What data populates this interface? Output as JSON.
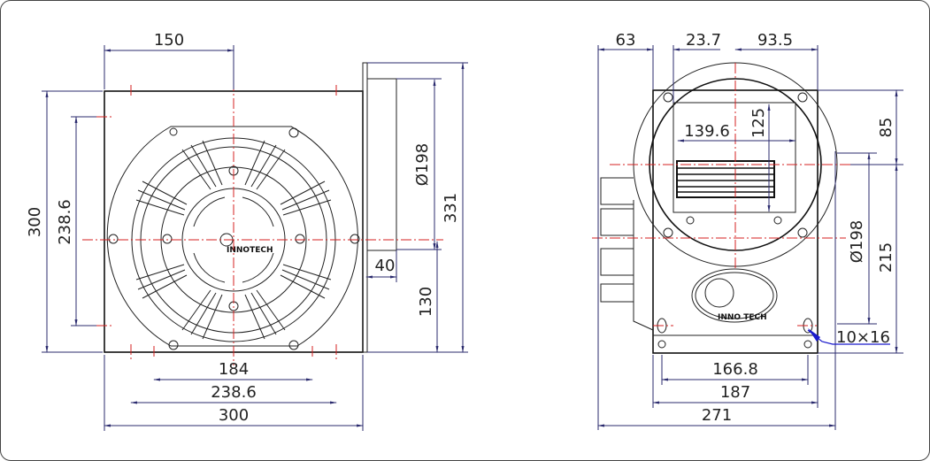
{
  "front_view": {
    "dims": {
      "top_center": "150",
      "height_total": "300",
      "hole_pitch_v": "238.6",
      "diameter": "Ø198",
      "overall_height": "331",
      "flange_depth": "40",
      "outlet_center": "130",
      "hole_pitch_inner": "184",
      "hole_pitch_h": "238.6",
      "width_total": "300"
    },
    "logo_text": "INNOTECH"
  },
  "side_view": {
    "dims": {
      "motor_offset": "63",
      "outlet_offset": "23.7",
      "half_width": "93.5",
      "outlet_width": "139.6",
      "outlet_height": "125",
      "top_to_center": "85",
      "diameter": "Ø198",
      "center_to_base": "215",
      "slot_pitch": "166.8",
      "base_width": "187",
      "overall_width": "271",
      "slot_size": "10×16"
    },
    "logo_text": "INNO TECH"
  },
  "colors": {
    "dimension": "#2b2b6e",
    "centerline": "#d42020",
    "leader": "#1a1acc"
  }
}
